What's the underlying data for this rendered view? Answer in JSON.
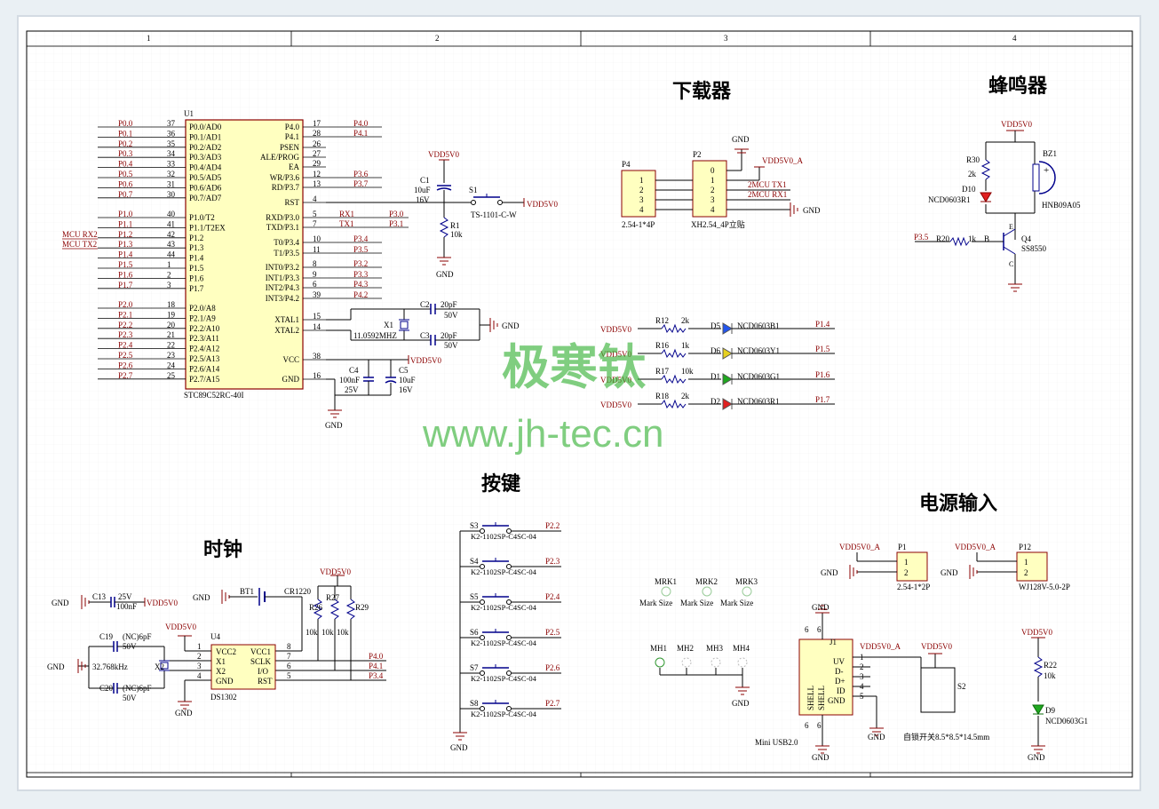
{
  "border": {
    "columns": [
      "1",
      "2",
      "3",
      "4"
    ]
  },
  "sections": {
    "download": "下载器",
    "buzzer": "蜂鸣器",
    "keys": "按键",
    "clock": "时钟",
    "power": "电源输入"
  },
  "watermark": {
    "cn": "极寒钛",
    "url": "www.jh-tec.cn"
  },
  "mcu": {
    "ref": "U1",
    "part": "STC89C52RC-40I",
    "left_pins": [
      {
        "net": "P0.0",
        "num": "37",
        "name": "P0.0/AD0"
      },
      {
        "net": "P0.1",
        "num": "36",
        "name": "P0.1/AD1"
      },
      {
        "net": "P0.2",
        "num": "35",
        "name": "P0.2/AD2"
      },
      {
        "net": "P0.3",
        "num": "34",
        "name": "P0.3/AD3"
      },
      {
        "net": "P0.4",
        "num": "33",
        "name": "P0.4/AD4"
      },
      {
        "net": "P0.5",
        "num": "32",
        "name": "P0.5/AD5"
      },
      {
        "net": "P0.6",
        "num": "31",
        "name": "P0.6/AD6"
      },
      {
        "net": "P0.7",
        "num": "30",
        "name": "P0.7/AD7"
      },
      {
        "net": "P1.0",
        "num": "40",
        "name": "P1.0/T2"
      },
      {
        "net": "P1.1",
        "num": "41",
        "name": "P1.1/T2EX"
      },
      {
        "net": "P1.2",
        "num": "42",
        "name": "P1.2"
      },
      {
        "net": "P1.3",
        "num": "43",
        "name": "P1.3"
      },
      {
        "net": "P1.4",
        "num": "44",
        "name": "P1.4"
      },
      {
        "net": "P1.5",
        "num": "1",
        "name": "P1.5"
      },
      {
        "net": "P1.6",
        "num": "2",
        "name": "P1.6"
      },
      {
        "net": "P1.7",
        "num": "3",
        "name": "P1.7"
      },
      {
        "net": "P2.0",
        "num": "18",
        "name": "P2.0/A8"
      },
      {
        "net": "P2.1",
        "num": "19",
        "name": "P2.1/A9"
      },
      {
        "net": "P2.2",
        "num": "20",
        "name": "P2.2/A10"
      },
      {
        "net": "P2.3",
        "num": "21",
        "name": "P2.3/A11"
      },
      {
        "net": "P2.4",
        "num": "22",
        "name": "P2.4/A12"
      },
      {
        "net": "P2.5",
        "num": "23",
        "name": "P2.5/A13"
      },
      {
        "net": "P2.6",
        "num": "24",
        "name": "P2.6/A14"
      },
      {
        "net": "P2.7",
        "num": "25",
        "name": "P2.7/A15"
      }
    ],
    "extra_nets": [
      "MCU RX2",
      "MCU TX2"
    ],
    "right_pins": [
      {
        "name": "P4.0",
        "num": "17",
        "net": "P4.0"
      },
      {
        "name": "P4.1",
        "num": "28",
        "net": "P4.1"
      },
      {
        "name": "PSEN",
        "num": "26",
        "net": ""
      },
      {
        "name": "ALE/PROG",
        "num": "27",
        "net": ""
      },
      {
        "name": "EA",
        "num": "29",
        "net": ""
      },
      {
        "name": "WR/P3.6",
        "num": "12",
        "net": "P3.6"
      },
      {
        "name": "RD/P3.7",
        "num": "13",
        "net": "P3.7"
      },
      {
        "name": "RST",
        "num": "4",
        "net": ""
      },
      {
        "name": "RXD/P3.0",
        "num": "5",
        "net": "P3.0",
        "alias": "RX1"
      },
      {
        "name": "TXD/P3.1",
        "num": "7",
        "net": "P3.1",
        "alias": "TX1"
      },
      {
        "name": "T0/P3.4",
        "num": "10",
        "net": "P3.4"
      },
      {
        "name": "T1/P3.5",
        "num": "11",
        "net": "P3.5"
      },
      {
        "name": "INT0/P3.2",
        "num": "8",
        "net": "P3.2"
      },
      {
        "name": "INT1/P3.3",
        "num": "9",
        "net": "P3.3"
      },
      {
        "name": "INT2/P4.3",
        "num": "6",
        "net": "P4.3"
      },
      {
        "name": "INT3/P4.2",
        "num": "39",
        "net": "P4.2"
      },
      {
        "name": "XTAL1",
        "num": "15",
        "net": ""
      },
      {
        "name": "XTAL2",
        "num": "14",
        "net": ""
      },
      {
        "name": "VCC",
        "num": "38",
        "net": ""
      },
      {
        "name": "GND",
        "num": "16",
        "net": ""
      }
    ]
  },
  "reset": {
    "vdd": "VDD5V0",
    "c1": "C1",
    "c1_val1": "10uF",
    "c1_val2": "16V",
    "s1": "S1",
    "s1_part": "TS-1101-C-W",
    "s1_vdd": "VDD5V0",
    "r1": "R1",
    "r1_val": "10k",
    "gnd": "GND"
  },
  "crystal": {
    "c2": "C2",
    "c2_val": "20pF",
    "c2_v": "50V",
    "c3": "C3",
    "c3_val": "20pF",
    "c3_v": "50V",
    "x1": "X1",
    "x1_val": "11.0592MHZ",
    "gnd": "GND"
  },
  "decoupling": {
    "vdd": "VDD5V0",
    "c4": "C4",
    "c4_val": "100nF",
    "c4_v": "25V",
    "c5": "C5",
    "c5_val": "10uF",
    "c5_v": "16V",
    "gnd": "GND"
  },
  "download": {
    "p4": "P4",
    "p4_part": "2.54-1*4P",
    "p4_pins": [
      "1",
      "2",
      "3",
      "4"
    ],
    "p2": "P2",
    "p2_part": "XH2.54_4P立贴",
    "p2_pins": [
      "0",
      "1",
      "2",
      "3",
      "4"
    ],
    "gnd_top": "GND",
    "vdd": "VDD5V0_A",
    "tx": "2MCU TX1",
    "rx": "2MCU RX1",
    "gnd_right": "GND"
  },
  "buzzer": {
    "vdd": "VDD5V0",
    "bz": "BZ1",
    "bz_part": "HNB09A05",
    "r30": "R30",
    "r30_val": "2k",
    "d10": "D10",
    "d10_part": "NCD0603R1",
    "q4": "Q4",
    "q4_part": "SS8550",
    "r20": "R20",
    "r20_val": "1k",
    "net": "P3.5",
    "b": "B",
    "e": "E",
    "c": "C"
  },
  "leds": [
    {
      "vdd": "VDD5V0",
      "r": "R12",
      "val": "2k",
      "d": "D5",
      "part": "NCD0603B1",
      "net": "P1.4",
      "color": "#2255ee"
    },
    {
      "vdd": "VDD5V0",
      "r": "R16",
      "val": "1k",
      "d": "D6",
      "part": "NCD0603Y1",
      "net": "P1.5",
      "color": "#e6d020"
    },
    {
      "vdd": "VDD5V0",
      "r": "R17",
      "val": "10k",
      "d": "D1",
      "part": "NCD0603G1",
      "net": "P1.6",
      "color": "#1fa81f"
    },
    {
      "vdd": "VDD5V0",
      "r": "R18",
      "val": "2k",
      "d": "D2",
      "part": "NCD0603R1",
      "net": "P1.7",
      "color": "#e02020"
    }
  ],
  "keys": [
    {
      "s": "S3",
      "part": "K2-1102SP-C4SC-04",
      "net": "P2.2"
    },
    {
      "s": "S4",
      "part": "K2-1102SP-C4SC-04",
      "net": "P2.3"
    },
    {
      "s": "S5",
      "part": "K2-1102SP-C4SC-04",
      "net": "P2.4"
    },
    {
      "s": "S6",
      "part": "K2-1102SP-C4SC-04",
      "net": "P2.5"
    },
    {
      "s": "S7",
      "part": "K2-1102SP-C4SC-04",
      "net": "P2.6"
    },
    {
      "s": "S8",
      "part": "K2-1102SP-C4SC-04",
      "net": "P2.7"
    }
  ],
  "keys_gnd": "GND",
  "clock": {
    "gnd1": "GND",
    "c13": "C13",
    "c13_v": "25V",
    "c13_val": "100nF",
    "vdd1": "VDD5V0",
    "gnd2": "GND",
    "bt1": "BT1",
    "cr": "CR1220",
    "vdd2": "VDD5V0",
    "r26": "R26",
    "r27": "R27",
    "r29": "R29",
    "rval": "10k",
    "vdd3": "VDD5V0",
    "u4": "U4",
    "u4_part": "DS1302",
    "u4_left": [
      {
        "num": "1",
        "name": "VCC2"
      },
      {
        "num": "2",
        "name": "X1"
      },
      {
        "num": "3",
        "name": "X2"
      },
      {
        "num": "4",
        "name": "GND"
      }
    ],
    "u4_right": [
      {
        "num": "8",
        "name": "VCC1"
      },
      {
        "num": "7",
        "name": "SCLK"
      },
      {
        "num": "6",
        "name": "I/O"
      },
      {
        "num": "5",
        "name": "RST"
      }
    ],
    "nets": [
      "P4.0",
      "P4.1",
      "P3.4"
    ],
    "c19": "C19",
    "c19_val": "(NC)6pF",
    "c19_v": "50V",
    "c20": "C20",
    "c20_val": "(NC)6pF",
    "c20_v": "50V",
    "x2": "X2",
    "x2_val": "32.768kHz",
    "gnd3": "GND",
    "gnd4": "GND"
  },
  "marks": [
    {
      "ref": "MRK1",
      "label": "Mark Size"
    },
    {
      "ref": "MRK2",
      "label": "Mark Size"
    },
    {
      "ref": "MRK3",
      "label": "Mark Size"
    }
  ],
  "mounting": [
    "MH1",
    "MH2",
    "MH3",
    "MH4"
  ],
  "mh_gnd": "GND",
  "power": {
    "p1_vdd": "VDD5V0_A",
    "p1": "P1",
    "p1_part": "2.54-1*2P",
    "p1_gnd": "GND",
    "p12_vdd": "VDD5V0_A",
    "p12": "P12",
    "p12_part": "WJ128V-5.0-2P",
    "p12_gnd": "GND",
    "pins": [
      "1",
      "2"
    ],
    "j1": "J1",
    "j1_part": "Mini USB2.0",
    "j1_vdd": "VDD5V0_A",
    "j1_pins": [
      {
        "num": "1",
        "name": "UV"
      },
      {
        "num": "2",
        "name": "D-"
      },
      {
        "num": "3",
        "name": "D+"
      },
      {
        "num": "4",
        "name": "ID"
      },
      {
        "num": "5",
        "name": "GND"
      }
    ],
    "shell": "SHELL",
    "six": "6",
    "s2": "S2",
    "s2_part": "自锁开关8.5*8.5*14.5mm",
    "s2_vdd": "VDD5V0",
    "gnd_top": "GND",
    "gnd_mid": "GND",
    "gnd_bot": "GND",
    "pwr_vdd": "VDD5V0",
    "r22": "R22",
    "r22_val": "10k",
    "d9": "D9",
    "d9_part": "NCD0603G1",
    "pwr_gnd": "GND"
  }
}
